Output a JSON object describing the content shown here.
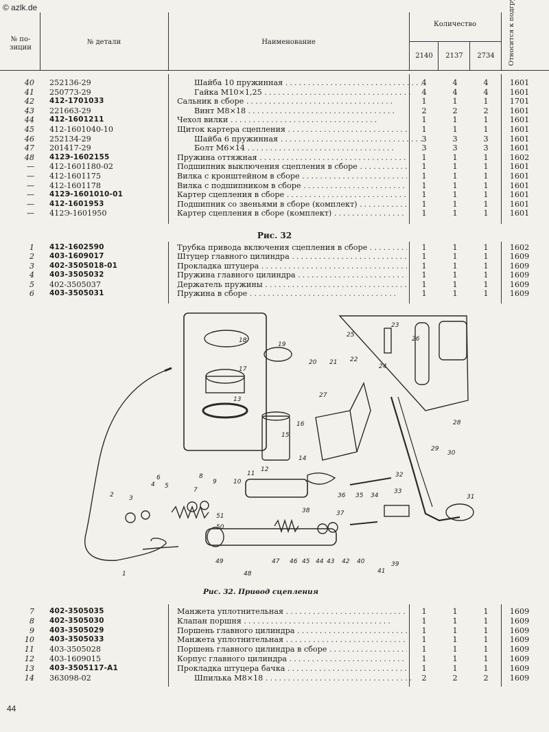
{
  "watermark": "© azlk.de",
  "header": {
    "pos_label": "№ по-\nзиции",
    "part_label": "№ детали",
    "name_label": "Наименование",
    "qty_label": "Количество",
    "models": [
      "2140",
      "2137",
      "2734"
    ],
    "group_label": "Относится к подгруппе"
  },
  "table1": [
    {
      "pos": "40",
      "part": "252136-29",
      "bold": false,
      "name": "Шайба 10 пружинная",
      "indent": true,
      "q": [
        "4",
        "4",
        "4"
      ],
      "grp": "1601"
    },
    {
      "pos": "41",
      "part": "250773-29",
      "bold": false,
      "name": "Гайка М10×1,25",
      "indent": true,
      "q": [
        "4",
        "4",
        "4"
      ],
      "grp": "1601"
    },
    {
      "pos": "42",
      "part": "412-1701033",
      "bold": true,
      "name": "Сальник в сборе",
      "indent": false,
      "q": [
        "1",
        "1",
        "1"
      ],
      "grp": "1701"
    },
    {
      "pos": "43",
      "part": "221663-29",
      "bold": false,
      "name": "Винт М8×18",
      "indent": true,
      "q": [
        "2",
        "2",
        "2"
      ],
      "grp": "1601"
    },
    {
      "pos": "44",
      "part": "412-1601211",
      "bold": true,
      "name": "Чехол вилки",
      "indent": false,
      "q": [
        "1",
        "1",
        "1"
      ],
      "grp": "1601"
    },
    {
      "pos": "45",
      "part": "412-1601040-10",
      "bold": false,
      "name": "Щиток картера сцепления",
      "indent": false,
      "q": [
        "1",
        "1",
        "1"
      ],
      "grp": "1601"
    },
    {
      "pos": "46",
      "part": "252134-29",
      "bold": false,
      "name": "Шайба 6 пружинная",
      "indent": true,
      "q": [
        "3",
        "3",
        "3"
      ],
      "grp": "1601"
    },
    {
      "pos": "47",
      "part": "201417-29",
      "bold": false,
      "name": "Болт М6×14",
      "indent": true,
      "q": [
        "3",
        "3",
        "3"
      ],
      "grp": "1601"
    },
    {
      "pos": "48",
      "part": "412Э-1602155",
      "bold": true,
      "name": "Пружина оттяжная",
      "indent": false,
      "q": [
        "1",
        "1",
        "1"
      ],
      "grp": "1602"
    },
    {
      "pos": "—",
      "part": "412-1601180-02",
      "bold": false,
      "name": "Подшипник выключения сцепления в сборе",
      "indent": false,
      "q": [
        "1",
        "1",
        "1"
      ],
      "grp": "1601"
    },
    {
      "pos": "—",
      "part": "412-1601175",
      "bold": false,
      "name": "Вилка с кронштейном в сборе",
      "indent": false,
      "q": [
        "1",
        "1",
        "1"
      ],
      "grp": "1601"
    },
    {
      "pos": "—",
      "part": "412-1601178",
      "bold": false,
      "name": "Вилка с подшипником в сборе",
      "indent": false,
      "q": [
        "1",
        "1",
        "1"
      ],
      "grp": "1601"
    },
    {
      "pos": "—",
      "part": "412Э-1601010-01",
      "bold": true,
      "name": "Картер сцепления в сборе",
      "indent": false,
      "q": [
        "1",
        "1",
        "1"
      ],
      "grp": "1601"
    },
    {
      "pos": "—",
      "part": "412-1601953",
      "bold": true,
      "name": "Подшипник со звеньями в сборе (комплект)",
      "indent": false,
      "q": [
        "1",
        "1",
        "1"
      ],
      "grp": "1601"
    },
    {
      "pos": "—",
      "part": "412Э-1601950",
      "bold": false,
      "name": "Картер сцепления в сборе (комплект)",
      "indent": false,
      "q": [
        "1",
        "1",
        "1"
      ],
      "grp": "1601"
    }
  ],
  "fig_heading": "Рис. 32",
  "table2": [
    {
      "pos": "1",
      "part": "412-1602590",
      "bold": true,
      "name": "Трубка привода включения сцепления в сборе",
      "indent": false,
      "q": [
        "1",
        "1",
        "1"
      ],
      "grp": "1602"
    },
    {
      "pos": "2",
      "part": "403-1609017",
      "bold": true,
      "name": "Штуцер главного цилиндра",
      "indent": false,
      "q": [
        "1",
        "1",
        "1"
      ],
      "grp": "1609"
    },
    {
      "pos": "3",
      "part": "402-3505018-01",
      "bold": true,
      "name": "Прокладка штуцера",
      "indent": false,
      "q": [
        "1",
        "1",
        "1"
      ],
      "grp": "1609"
    },
    {
      "pos": "4",
      "part": "403-3505032",
      "bold": true,
      "name": "Пружина главного цилиндра",
      "indent": false,
      "q": [
        "1",
        "1",
        "1"
      ],
      "grp": "1609"
    },
    {
      "pos": "5",
      "part": "402-3505037",
      "bold": false,
      "name": "Держатель пружины",
      "indent": false,
      "q": [
        "1",
        "1",
        "1"
      ],
      "grp": "1609"
    },
    {
      "pos": "6",
      "part": "403-3505031",
      "bold": true,
      "name": "Пружина в сборе",
      "indent": false,
      "q": [
        "1",
        "1",
        "1"
      ],
      "grp": "1609"
    }
  ],
  "figure_caption": "Рис. 32. Привод сцепления",
  "table3": [
    {
      "pos": "7",
      "part": "402-3505035",
      "bold": true,
      "name": "Манжета уплотнительная",
      "indent": false,
      "q": [
        "1",
        "1",
        "1"
      ],
      "grp": "1609"
    },
    {
      "pos": "8",
      "part": "402-3505030",
      "bold": true,
      "name": "Клапан поршня",
      "indent": false,
      "q": [
        "1",
        "1",
        "1"
      ],
      "grp": "1609"
    },
    {
      "pos": "9",
      "part": "403-3505029",
      "bold": true,
      "name": "Поршень главного цилиндра",
      "indent": false,
      "q": [
        "1",
        "1",
        "1"
      ],
      "grp": "1609"
    },
    {
      "pos": "10",
      "part": "403-3505033",
      "bold": true,
      "name": "Манжета уплотнительная",
      "indent": false,
      "q": [
        "1",
        "1",
        "1"
      ],
      "grp": "1609"
    },
    {
      "pos": "11",
      "part": "403-3505028",
      "bold": false,
      "name": "Поршень главного цилиндра в сборе",
      "indent": false,
      "q": [
        "1",
        "1",
        "1"
      ],
      "grp": "1609"
    },
    {
      "pos": "12",
      "part": "403-1609015",
      "bold": false,
      "name": "Корпус главного цилиндра",
      "indent": false,
      "q": [
        "1",
        "1",
        "1"
      ],
      "grp": "1609"
    },
    {
      "pos": "13",
      "part": "403-3505117-А1",
      "bold": true,
      "name": "Прокладка штуцера бачка",
      "indent": false,
      "q": [
        "1",
        "1",
        "1"
      ],
      "grp": "1609"
    },
    {
      "pos": "14",
      "part": "363098-02",
      "bold": false,
      "name": "Шпилька М8×18",
      "indent": true,
      "q": [
        "2",
        "2",
        "2"
      ],
      "grp": "1609"
    }
  ],
  "callouts": [
    "1",
    "2",
    "3",
    "4",
    "5",
    "6",
    "7",
    "8",
    "9",
    "10",
    "11",
    "12",
    "13",
    "14",
    "15",
    "16",
    "17",
    "18",
    "19",
    "20",
    "21",
    "22",
    "23",
    "24",
    "25",
    "26",
    "27",
    "28",
    "29",
    "30",
    "31",
    "32",
    "33",
    "34",
    "35",
    "36",
    "37",
    "38",
    "39",
    "40",
    "41",
    "42",
    "43",
    "44",
    "45",
    "46",
    "47",
    "48",
    "49",
    "50",
    "51"
  ],
  "page_number": "44"
}
